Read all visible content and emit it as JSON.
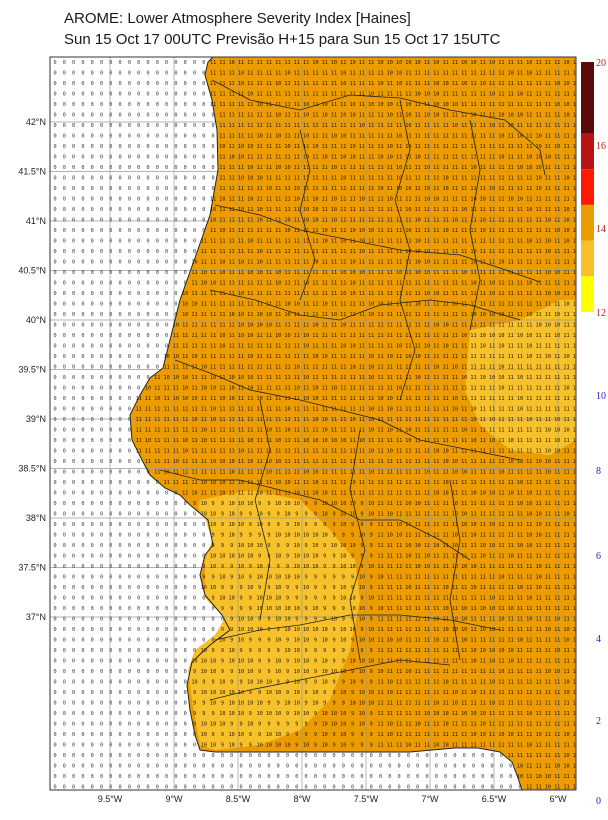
{
  "title": "AROME: Lower Atmosphere Severity Index [Haines]",
  "subtitle": "Sun 15 Oct 17 00UTC Previsão H+15 para Sun 15 Oct 17 15UTC",
  "latitude_labels": [
    "42°N",
    "41.5°N",
    "41°N",
    "40.5°N",
    "40°N",
    "39.5°N",
    "39°N",
    "38.5°N",
    "38°N",
    "37.5°N",
    "37°N"
  ],
  "longitude_labels": [
    "9.5°W",
    "9°W",
    "8.5°W",
    "8°W",
    "7.5°W",
    "7°W",
    "6.5°W",
    "6°W"
  ],
  "colorbar": {
    "tick_labels": [
      "20",
      "16",
      "14",
      "12",
      "10",
      "8",
      "6",
      "4",
      "2",
      "0"
    ],
    "bands": [
      {
        "from": 0,
        "to": 6,
        "color": "#ffffff"
      },
      {
        "from": 6,
        "to": 8,
        "color": "#ffff00"
      },
      {
        "from": 8,
        "to": 10,
        "color": "#f6c12a"
      },
      {
        "from": 10,
        "to": 12,
        "color": "#ed9c00"
      },
      {
        "from": 12,
        "to": 14,
        "color": "#ff1a00"
      },
      {
        "from": 14,
        "to": 16,
        "color": "#b81414"
      },
      {
        "from": 16,
        "to": 20,
        "color": "#5a0a0a"
      }
    ],
    "label_color_low": "#1f1fcc",
    "label_color_high": "#b82020"
  },
  "colors": {
    "ocean": "#ffffff",
    "land_mid": "#f6c12a",
    "land_high": "#ed9c00",
    "grid": "#9a9a9a",
    "boundary": "#222222"
  },
  "value_symbols": [
    "0",
    "9",
    "10",
    "11"
  ]
}
